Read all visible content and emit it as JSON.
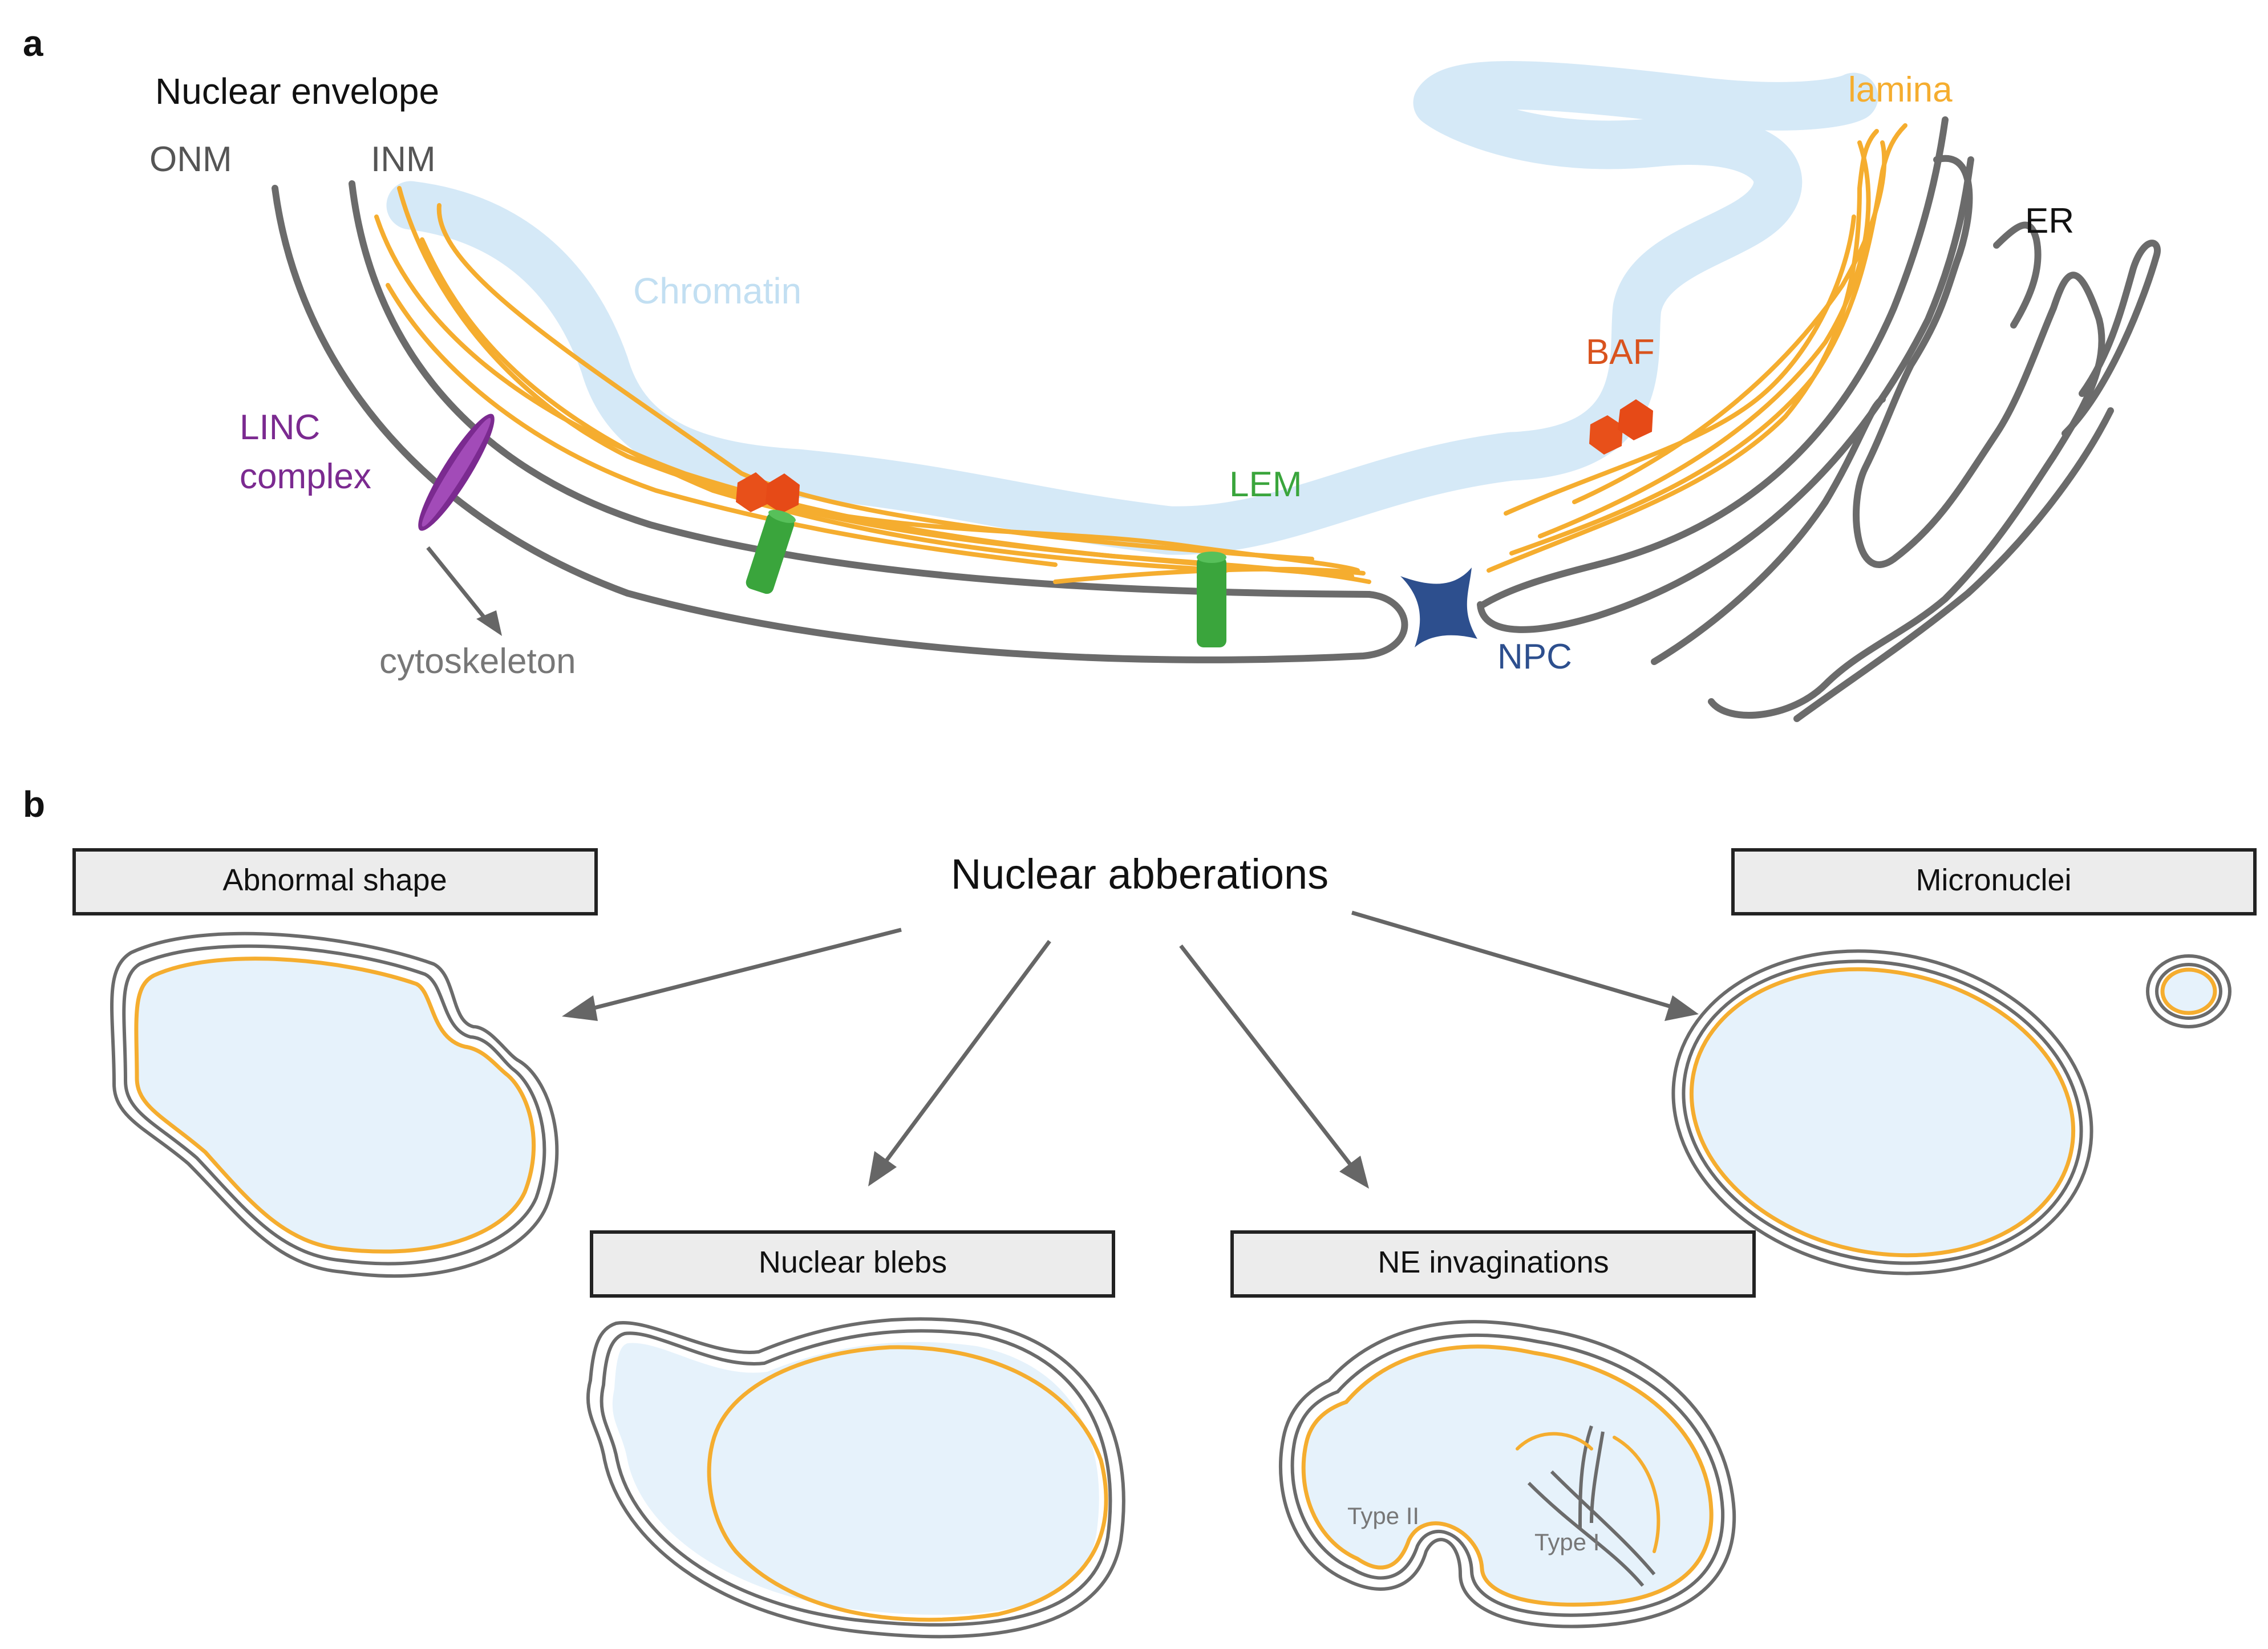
{
  "panel_a": {
    "letter": "a",
    "title": "Nuclear envelope",
    "labels": {
      "onm": "ONM",
      "inm": "INM",
      "chromatin": "Chromatin",
      "lamina": "lamina",
      "er": "ER",
      "baf": "BAF",
      "linc_line1": "LINC",
      "linc_line2": "complex",
      "lem": "LEM",
      "npc": "NPC",
      "cytoskeleton": "cytoskeleton"
    }
  },
  "panel_b": {
    "letter": "b",
    "center_label": "Nuclear abberations",
    "boxes": {
      "abnormal_shape": "Abnormal shape",
      "micronuclei": "Micronuclei",
      "nuclear_blebs": "Nuclear blebs",
      "ne_invaginations": "NE invaginations"
    },
    "type_ii": "Type II",
    "type_i": "Type I"
  },
  "colors": {
    "membrane": "#6b6b6b",
    "lamina": "#f5ad2f",
    "chromatin": "#d5e9f7",
    "baf": "#e8501a",
    "linc": "#7b2a90",
    "lem": "#3aa53c",
    "npc": "#2d4f8e",
    "box_fill": "#ececec"
  }
}
